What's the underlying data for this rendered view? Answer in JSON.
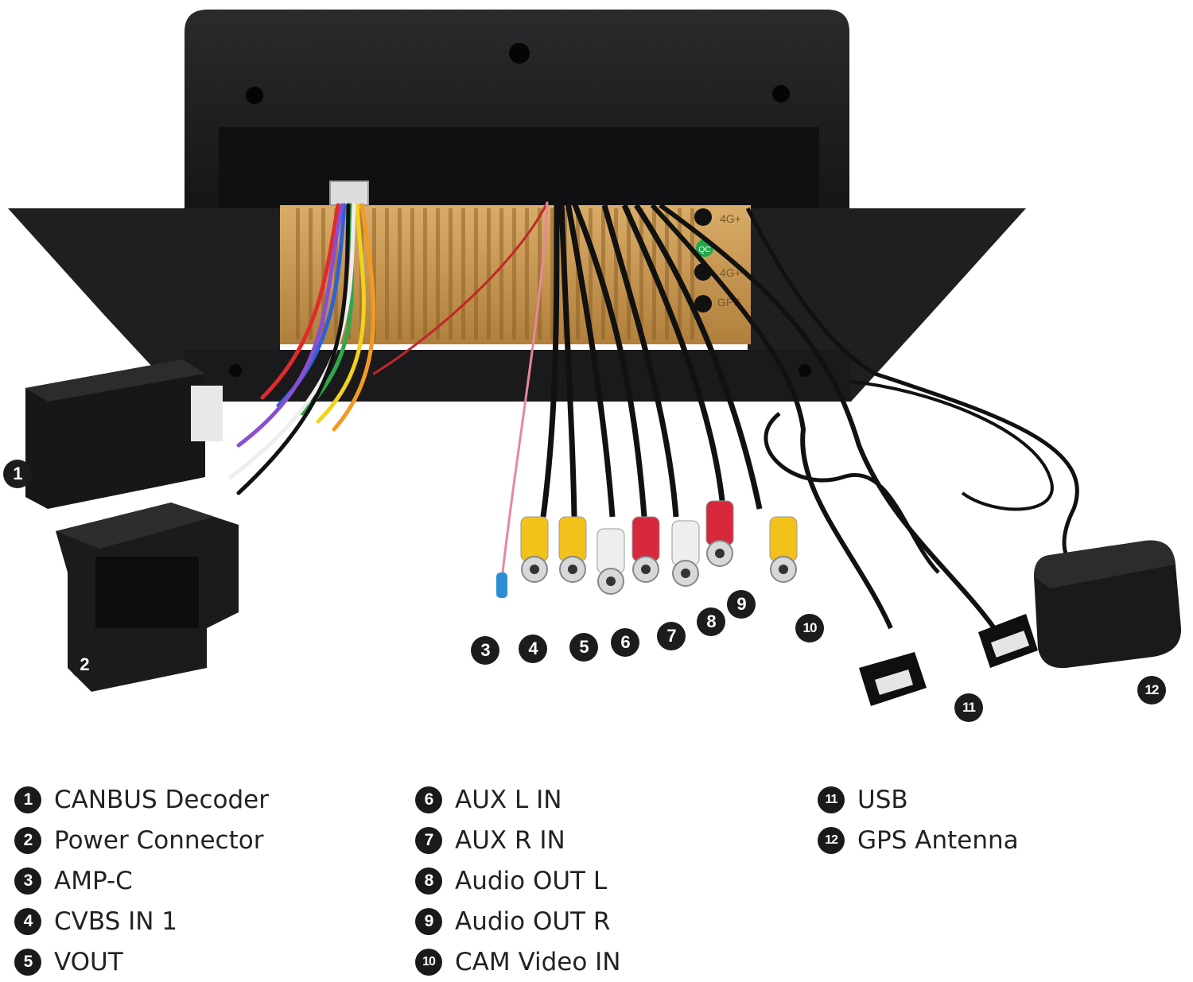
{
  "callouts": [
    "1",
    "2",
    "3",
    "4",
    "5",
    "6",
    "7",
    "8",
    "9",
    "10",
    "11",
    "12"
  ],
  "legend": [
    {
      "num": "1",
      "label": "CANBUS Decoder"
    },
    {
      "num": "2",
      "label": "Power Connector"
    },
    {
      "num": "3",
      "label": "AMP-C"
    },
    {
      "num": "4",
      "label": "CVBS IN 1"
    },
    {
      "num": "5",
      "label": "VOUT"
    },
    {
      "num": "6",
      "label": "AUX L IN"
    },
    {
      "num": "7",
      "label": "AUX R IN"
    },
    {
      "num": "8",
      "label": "Audio OUT L"
    },
    {
      "num": "9",
      "label": "Audio OUT R"
    },
    {
      "num": "10",
      "label": "CAM Video IN"
    },
    {
      "num": "11",
      "label": "USB"
    },
    {
      "num": "12",
      "label": "GPS Antenna"
    }
  ],
  "unit_labels": {
    "port_4g_top": "4G+",
    "port_4g_mid": "4G+",
    "port_gps": "GPS",
    "qc_sticker": "QC"
  },
  "colors": {
    "housing": "#1d1d1f",
    "heatsink": "#c7964f",
    "rca_yellow": "#f2c21b",
    "rca_red": "#d8283c",
    "rca_white": "#eeeeee"
  }
}
